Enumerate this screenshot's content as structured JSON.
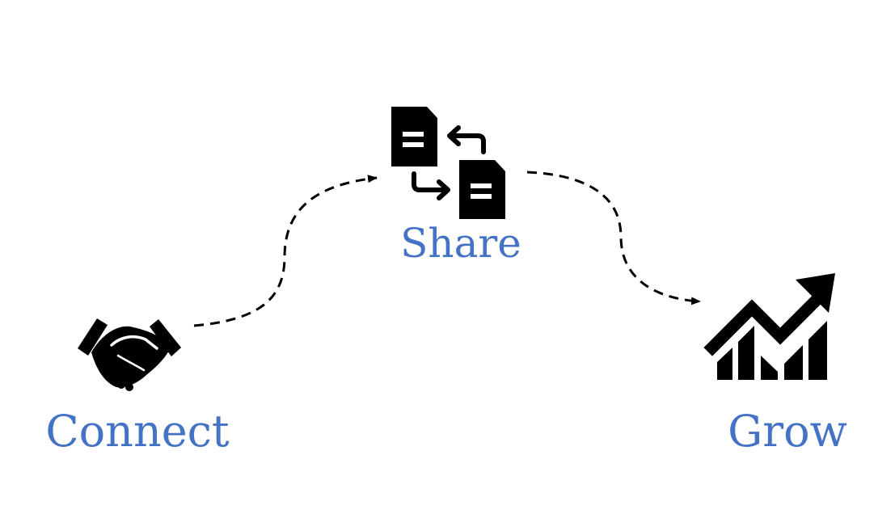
{
  "nodes": {
    "connect": {
      "label": "Connect",
      "icon": "handshake-icon"
    },
    "share": {
      "label": "Share",
      "icon": "file-exchange-icon"
    },
    "grow": {
      "label": "Grow",
      "icon": "growth-chart-icon"
    }
  },
  "colors": {
    "label": "#4472c4",
    "icon": "#000000",
    "connector": "#000000"
  }
}
